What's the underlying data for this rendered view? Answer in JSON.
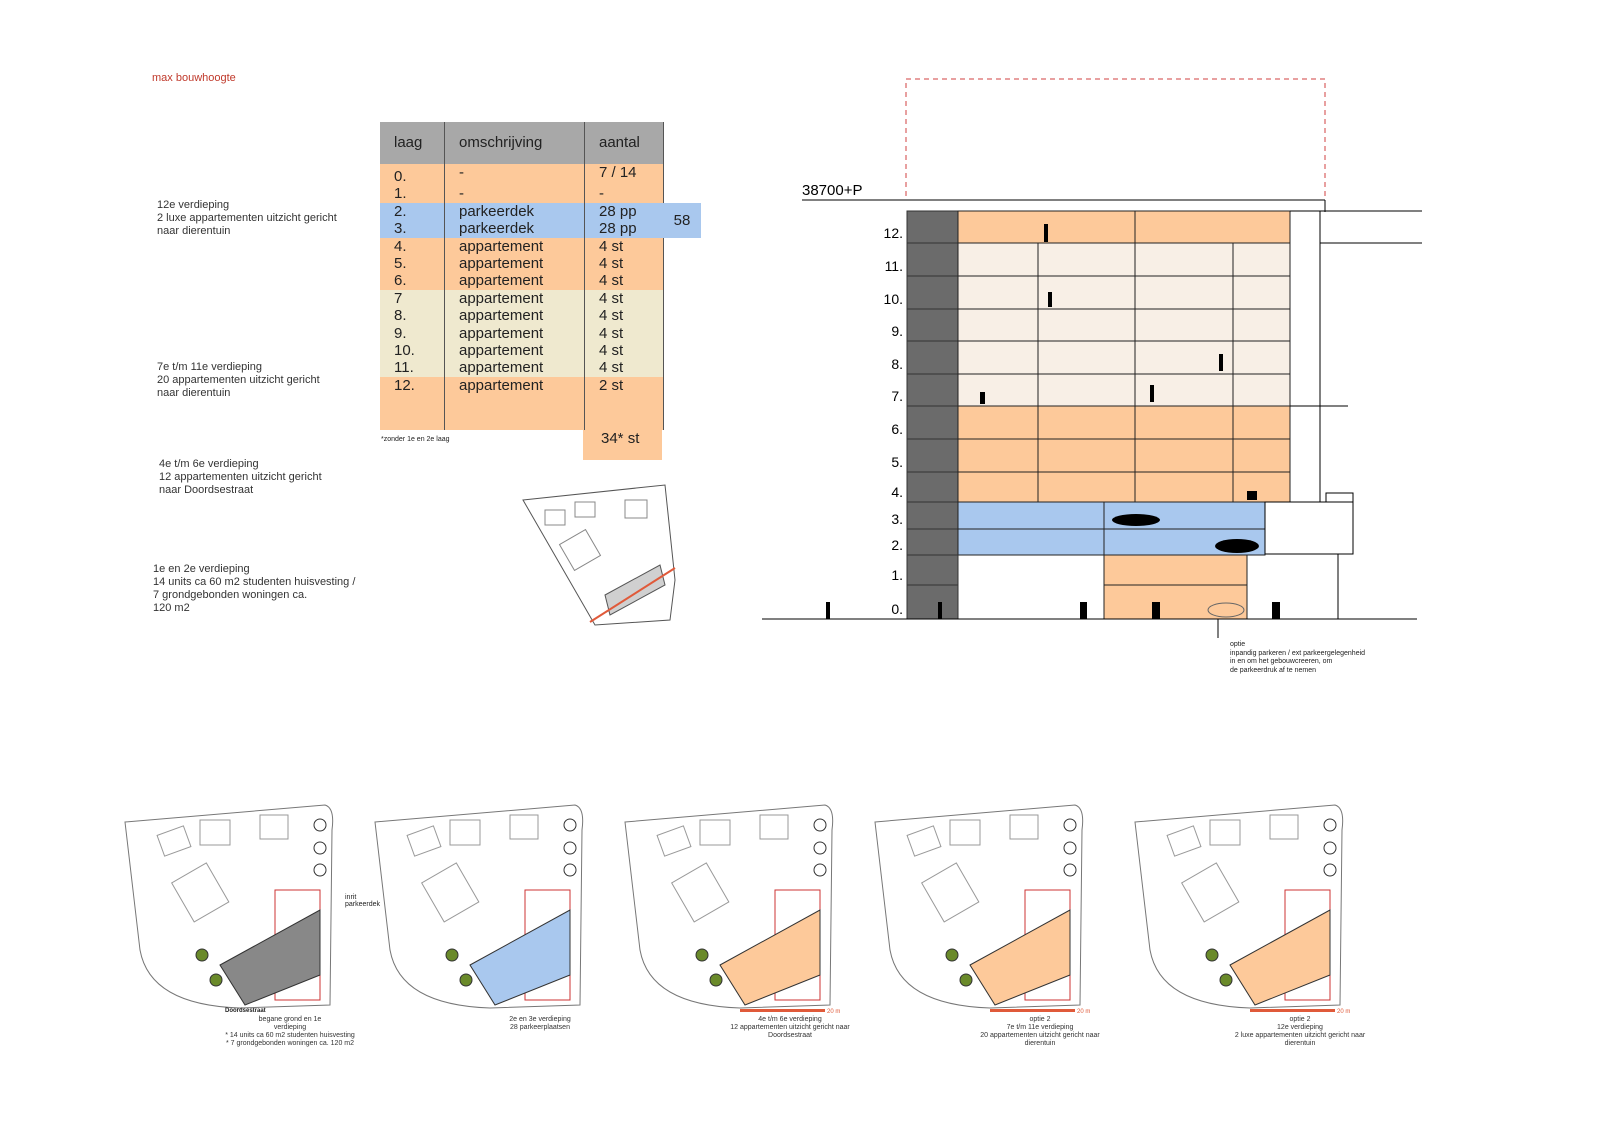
{
  "max_height_label": "max bouwhoogte",
  "notes": [
    {
      "lines": [
        "12e verdieping",
        "2 luxe appartementen uitzicht gericht",
        "naar dierentuin"
      ]
    },
    {
      "lines": [
        "7e t/m 11e verdieping",
        "20 appartementen uitzicht gericht",
        "naar dierentuin"
      ]
    },
    {
      "lines": [
        "4e t/m 6e verdieping",
        "12 appartementen uitzicht gericht",
        "naar Doordsestraat"
      ]
    },
    {
      "lines": [
        "1e en 2e verdieping",
        "14 units ca 60 m2 studenten huisvesting /",
        "7 grondgebonden woningen ca.",
        "120 m2"
      ]
    }
  ],
  "table": {
    "headers": [
      "laag",
      "omschrijving",
      "aantal"
    ],
    "rows": [
      {
        "laag": "0.",
        "omschrijving": "-",
        "aantal": "7 / 14",
        "color": "#fdc99a"
      },
      {
        "laag": "1.",
        "omschrijving": "-",
        "aantal": "-",
        "color": "#fdc99a"
      },
      {
        "laag": "2.",
        "omschrijving": "parkeerdek",
        "aantal": "28 pp",
        "color": "#a9c8ee"
      },
      {
        "laag": "3.",
        "omschrijving": "parkeerdek",
        "aantal": "28 pp",
        "color": "#a9c8ee"
      },
      {
        "laag": "4.",
        "omschrijving": "appartement",
        "aantal": "4 st",
        "color": "#fdc99a"
      },
      {
        "laag": "5.",
        "omschrijving": "appartement",
        "aantal": "4 st",
        "color": "#fdc99a"
      },
      {
        "laag": "6.",
        "omschrijving": "appartement",
        "aantal": "4 st",
        "color": "#fdc99a"
      },
      {
        "laag": "7",
        "omschrijving": "appartement",
        "aantal": "4 st",
        "color": "#efe9cf"
      },
      {
        "laag": "8.",
        "omschrijving": "appartement",
        "aantal": "4 st",
        "color": "#efe9cf"
      },
      {
        "laag": "9.",
        "omschrijving": "appartement",
        "aantal": "4 st",
        "color": "#efe9cf"
      },
      {
        "laag": "10.",
        "omschrijving": "appartement",
        "aantal": "4 st",
        "color": "#efe9cf"
      },
      {
        "laag": "11.",
        "omschrijving": "appartement",
        "aantal": "4 st",
        "color": "#efe9cf"
      },
      {
        "laag": "12.",
        "omschrijving": "appartement",
        "aantal": "2 st",
        "color": "#fdc99a"
      }
    ],
    "parking_total": "58",
    "footnote": "*zonder 1e en 2e laag",
    "total": "34* st"
  },
  "elevation": {
    "height_label": "38700+P",
    "levels": [
      "12.",
      "11.",
      "10.",
      "9.",
      "8.",
      "7.",
      "6.",
      "5.",
      "4.",
      "3.",
      "2.",
      "1.",
      "0."
    ],
    "option_note": [
      "optie",
      "inpandig parkeren / ext parkeergelegenheid",
      "in en om het gebouwcreeren, om",
      "de parkeerdruk af te nemen"
    ]
  },
  "plans": [
    {
      "caption": [
        "begane grond en 1e",
        "verdieping",
        "* 14 units ca 60 m2 studenten huisvesting",
        "* 7 grondgebonden woningen ca. 120 m2"
      ],
      "street": "Doordsestraat",
      "label": "inrit parkeerdek"
    },
    {
      "caption": [
        "2e en 3e verdieping",
        "28 parkeerplaatsen"
      ]
    },
    {
      "caption": [
        "4e t/m 6e verdieping",
        "12 appartementen uitzicht gericht naar Doordsestraat"
      ],
      "scale": "20 m"
    },
    {
      "caption": [
        "optie 2",
        "7e t/m 11e verdieping",
        "20 appartementen uitzicht gericht naar dierentuin"
      ],
      "scale": "20 m"
    },
    {
      "caption": [
        "optie 2",
        "12e verdieping",
        "2 luxe appartementen uitzicht gericht naar dierentuin"
      ],
      "scale": "20 m"
    }
  ],
  "colors": {
    "orange": "#fdc99a",
    "blue": "#a9c8ee",
    "beige": "#efe9cf",
    "core": "#6b6b6b",
    "red": "#e05a3a"
  }
}
